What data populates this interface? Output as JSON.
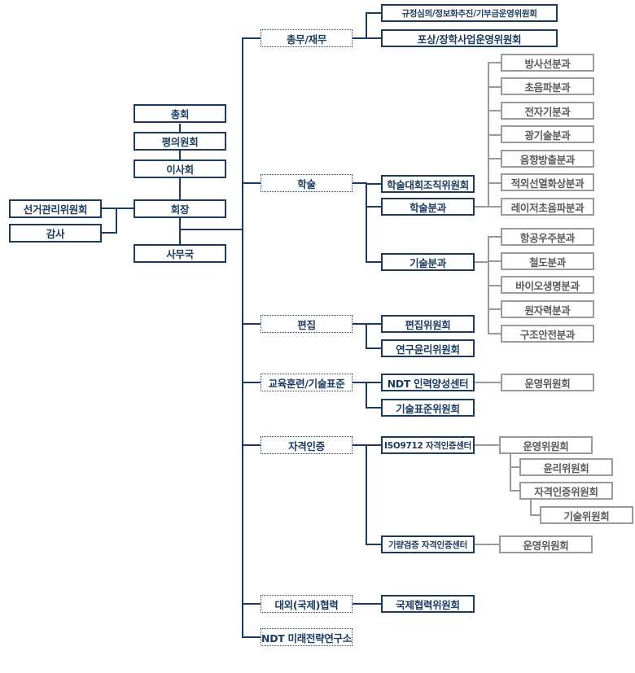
{
  "colors": {
    "navy": "#1b3a5f",
    "gray_border": "#9a9a9a",
    "gray_text": "#5a5a5a",
    "background": "#ffffff"
  },
  "org": {
    "leadership": {
      "general_assembly": "총회",
      "council_of_delegates": "평의원회",
      "board_of_directors": "이사회",
      "president": "회장",
      "secretariat": "사무국",
      "election_management_committee": "선거관리위원회",
      "auditor": "감사"
    },
    "divisions": {
      "general_affairs_finance": "총무/재무",
      "academic": "학술",
      "editorial": "편집",
      "education_training_standards": "교육훈련/기술표준",
      "certification": "자격인증",
      "international_cooperation": "대외(국제)협력",
      "ndt_future_strategy_institute": "NDT 미래전략연구소"
    },
    "committees": {
      "regulation_informatization_donation": "규정심의/정보화추진/기부금운영위원회",
      "award_scholarship": "포상/장학사업운영위원회",
      "conference_organizing": "학술대회조직위원회",
      "academic_subdivisions": "학술분과",
      "technical_subdivisions": "기술분과",
      "editorial_committee": "편집위원회",
      "research_ethics_committee": "연구윤리위원회",
      "ndt_hr_training_center": "NDT 인력양성센터",
      "technical_standards_committee": "기술표준위원회",
      "iso9712_certification_center": "ISO9712 자격인증센터",
      "skill_verification_certification_center": "기량검증 자격인증센터",
      "international_cooperation_committee": "국제협력위원회"
    },
    "academic_subdivision_items": [
      "방사선분과",
      "초음파분과",
      "전자기분과",
      "광기술분과",
      "음향방출분과",
      "적외선열화상분과",
      "레이저초음파분과"
    ],
    "technical_subdivision_items": [
      "항공우주분과",
      "철도분과",
      "바이오생명분과",
      "원자력분과",
      "구조안전분과"
    ],
    "certification_sub": {
      "hr_steering_committee": "운영위원회",
      "iso_steering_committee": "운영위원회",
      "ethics_committee": "윤리위원회",
      "qualification_certification_committee": "자격인증위원회",
      "technical_committee": "기술위원회",
      "skill_steering_committee": "운영위원회"
    }
  }
}
